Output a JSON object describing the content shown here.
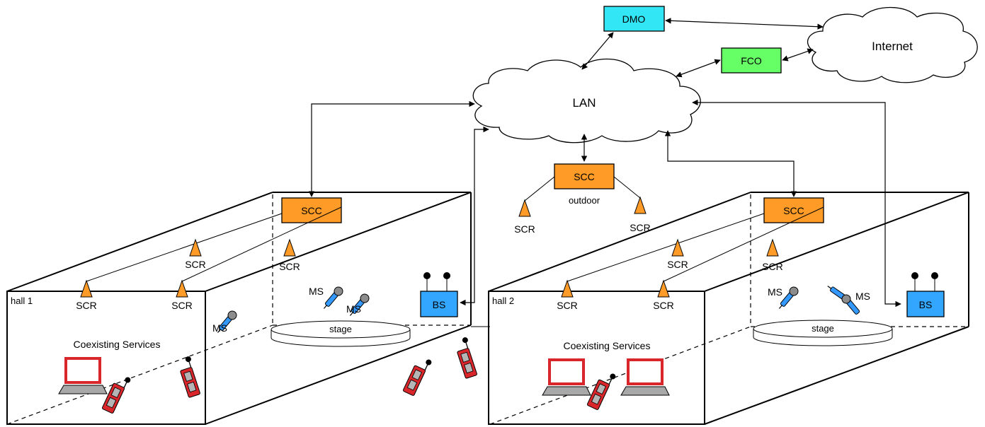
{
  "nodes": {
    "dmo": "DMO",
    "fco": "FCO",
    "internet": "Internet",
    "lan": "LAN",
    "scc_outdoor": "SCC",
    "outdoor": "outdoor",
    "scc_hall1": "SCC",
    "scc_hall2": "SCC",
    "bs_hall1": "BS",
    "bs_hall2": "BS",
    "hall1": "hall 1",
    "hall2": "hall 2",
    "stage": "stage",
    "coexisting": "Coexisting Services",
    "scr": "SCR",
    "ms": "MS"
  },
  "colors": {
    "dmo": "#33e6f5",
    "fco": "#66ff66",
    "scc": "#ff9b26",
    "scr": "#ff9b26",
    "bs": "#33a6ff",
    "mic": "#3399ff",
    "device_red": "#d9262b",
    "device_grey": "#a8a8a8"
  }
}
